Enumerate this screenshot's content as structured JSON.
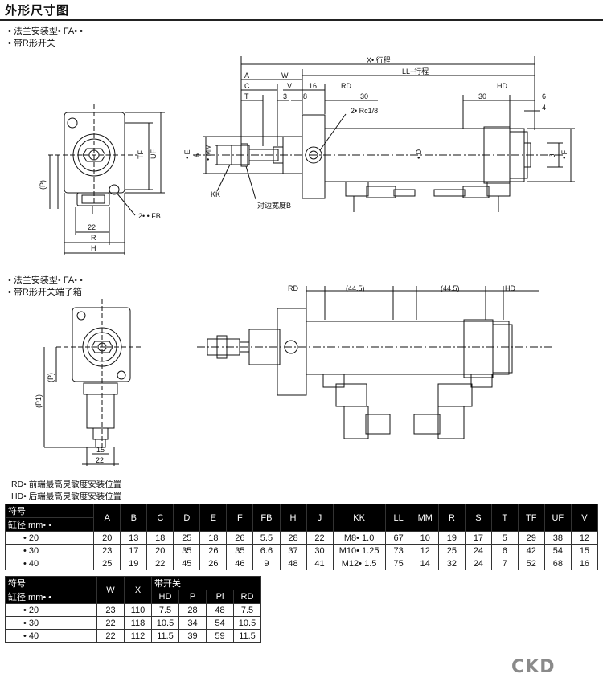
{
  "title": "外形尺寸图",
  "section1": {
    "line1": "• 法兰安装型• FA• •",
    "line2": "• 带R形开关"
  },
  "section2": {
    "line1": "• 法兰安装型• FA• •",
    "line2": "• 带R形开关端子箱"
  },
  "drawing1": {
    "front": {
      "tf": "TF",
      "uf": "UF",
      "p": "(P)",
      "fb": "2• • FB",
      "d22": "22",
      "r": "R",
      "h": "H"
    },
    "side": {
      "x": "X• 行程",
      "ll": "LL+行程",
      "a": "A",
      "w": "W",
      "c": "C",
      "v": "V",
      "t": "T",
      "d16": "16",
      "rd": "RD",
      "hd": "HD",
      "d3": "3",
      "d8": "8",
      "d30a": "30",
      "d30b": "30",
      "d6": "6",
      "d4": "4",
      "rc": "2• Rc1/8",
      "e": "• E",
      "mm": "• MM",
      "d6v": "6",
      "dd": "• D",
      "j": "J",
      "f": "• F",
      "kk": "KK",
      "b": "对边宽度B"
    }
  },
  "drawing2": {
    "front": {
      "p": "(P)",
      "p1": "(P1)",
      "d15": "15",
      "d22": "22"
    },
    "side": {
      "rd": "RD",
      "d445a": "(44.5)",
      "d445b": "(44.5)",
      "hd": "HD"
    }
  },
  "notes": {
    "rd": "RD• 前端最高灵敏度安装位置",
    "hd": "HD• 后端最高灵敏度安装位置"
  },
  "table1": {
    "header_symbol": "符号",
    "header_bore": "缸径 mm• •",
    "columns": [
      "A",
      "B",
      "C",
      "D",
      "E",
      "F",
      "FB",
      "H",
      "J",
      "KK",
      "LL",
      "MM",
      "R",
      "S",
      "T",
      "TF",
      "UF",
      "V"
    ],
    "rows": [
      {
        "bore": "• 20",
        "values": [
          "20",
          "13",
          "18",
          "25",
          "18",
          "26",
          "5.5",
          "28",
          "22",
          "M8• 1.0",
          "67",
          "10",
          "19",
          "17",
          "5",
          "29",
          "38",
          "12"
        ]
      },
      {
        "bore": "• 30",
        "values": [
          "23",
          "17",
          "20",
          "35",
          "26",
          "35",
          "6.6",
          "37",
          "30",
          "M10• 1.25",
          "73",
          "12",
          "25",
          "24",
          "6",
          "42",
          "54",
          "15"
        ]
      },
      {
        "bore": "• 40",
        "values": [
          "25",
          "19",
          "22",
          "45",
          "26",
          "46",
          "9",
          "48",
          "41",
          "M12• 1.5",
          "75",
          "14",
          "32",
          "24",
          "7",
          "52",
          "68",
          "16"
        ]
      }
    ]
  },
  "table2": {
    "header_symbol": "符号",
    "header_bore": "缸径 mm• •",
    "col_w": "W",
    "col_x": "X",
    "group": "带开关",
    "sub": [
      "HD",
      "P",
      "Pl",
      "RD"
    ],
    "rows": [
      {
        "bore": "• 20",
        "values": [
          "23",
          "110",
          "7.5",
          "28",
          "48",
          "7.5"
        ]
      },
      {
        "bore": "• 30",
        "values": [
          "22",
          "118",
          "10.5",
          "34",
          "54",
          "10.5"
        ]
      },
      {
        "bore": "• 40",
        "values": [
          "22",
          "112",
          "11.5",
          "39",
          "59",
          "11.5"
        ]
      }
    ]
  },
  "logo": "CKD"
}
